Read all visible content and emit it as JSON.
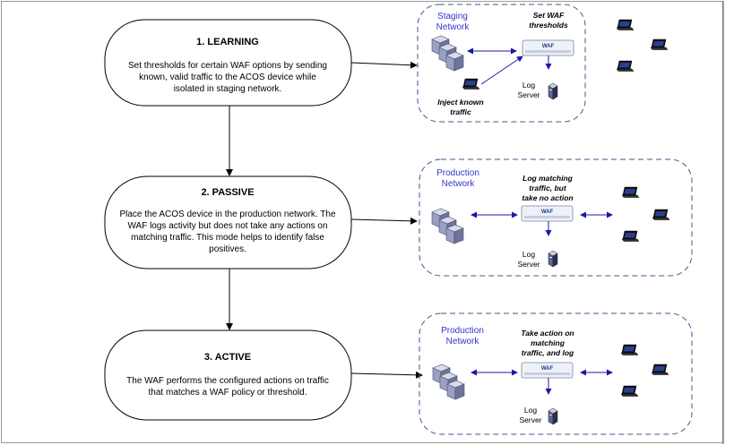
{
  "stages": [
    {
      "title": "1. LEARNING",
      "desc": [
        "Set thresholds for certain WAF options by sending",
        "known, valid traffic to the ACOS device while",
        "isolated in staging network."
      ],
      "network_label": [
        "Staging",
        "Network"
      ],
      "top_note": [
        "Set WAF",
        "thresholds"
      ],
      "bottom_note": [
        "Inject known",
        "traffic"
      ],
      "log_label": [
        "Log",
        "Server"
      ]
    },
    {
      "title": "2. PASSIVE",
      "desc": [
        "Place the ACOS device in the production network. The",
        "WAF logs activity but does not take any actions on",
        "matching traffic. This mode helps to identify false",
        "positives."
      ],
      "network_label": [
        "Production",
        "Network"
      ],
      "top_note": [
        "Log matching",
        "traffic, but",
        "take no action"
      ],
      "log_label": [
        "Log",
        "Server"
      ]
    },
    {
      "title": "3. ACTIVE",
      "desc": [
        "The WAF performs the configured actions on traffic",
        "that matches a WAF policy or threshold."
      ],
      "network_label": [
        "Production",
        "Network"
      ],
      "top_note": [
        "Take action on",
        "matching",
        "traffic, and log"
      ],
      "log_label": [
        "Log",
        "Server"
      ]
    }
  ],
  "device_label": "WAF",
  "colors": {
    "accent": "#3333cc",
    "dash_border": "#3f5a8a",
    "stage_border": "#000000",
    "server": "#8c93b8"
  }
}
